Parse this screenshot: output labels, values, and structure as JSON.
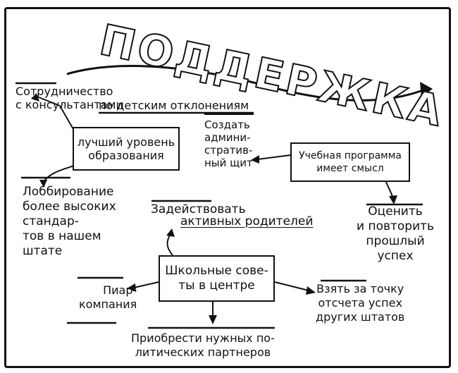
{
  "title": "ПОДДЕРЖКА",
  "nodes": {
    "collaboration": "Сотрудничество\nс консультантами",
    "deviations": "по детским отклонениям",
    "best_education": "лучший уровень\nобразования",
    "admin_shield": "Создать\nадмини-\nстратив-\nный щит",
    "curriculum": "Учебная программа\nимеет смысл",
    "lobbying": "Лоббирование\nболее высоких\nстандар-\nтов в нашем\nштате",
    "active_parents_1": "Задействовать",
    "active_parents_2": "активных родителей",
    "evaluate": "Оценить\nи повторить\nпрошлый\nуспех",
    "councils": "Школьные сове-\nты в центре",
    "pr": "Пиар-\nкомпания",
    "benchmark": "Взять за точку\nотсчета успех\nдругих штатов",
    "partners": "Приобрести нужных по-\nлитических партнеров"
  }
}
